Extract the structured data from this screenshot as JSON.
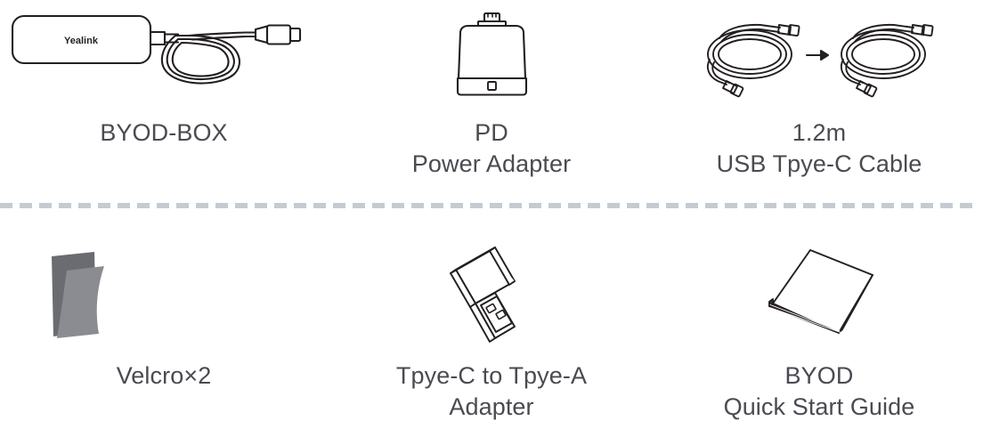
{
  "page": {
    "background": "#ffffff",
    "text_color": "#4a4a52",
    "line_color": "#231f20",
    "divider_color": "#c6cbd1"
  },
  "divider": {
    "name": "dashed-separator",
    "dash_count": 50
  },
  "items": [
    {
      "id": "byod-box",
      "icon": "byod-box-device-icon",
      "brand_label": "Yealink",
      "caption": "BYOD-BOX"
    },
    {
      "id": "pd-power-adapter",
      "icon": "pd-power-adapter-icon",
      "caption": "PD\nPower Adapter"
    },
    {
      "id": "usb-type-c-cable",
      "icon": "usb-type-c-cable-icon",
      "caption": "1.2m\nUSB Tpye-C Cable"
    },
    {
      "id": "velcro",
      "icon": "velcro-strap-icon",
      "caption": "Velcro×2"
    },
    {
      "id": "type-c-to-type-a-adapter",
      "icon": "usb-adapter-icon",
      "caption": "Tpye-C to Tpye-A\nAdapter"
    },
    {
      "id": "byod-quick-start-guide",
      "icon": "booklet-icon",
      "caption": "BYOD\nQuick Start Guide"
    }
  ],
  "colors": {
    "velcro_back": "#6b6b72",
    "velcro_front": "#8b8b92",
    "booklet_edge": "#3b3228"
  }
}
